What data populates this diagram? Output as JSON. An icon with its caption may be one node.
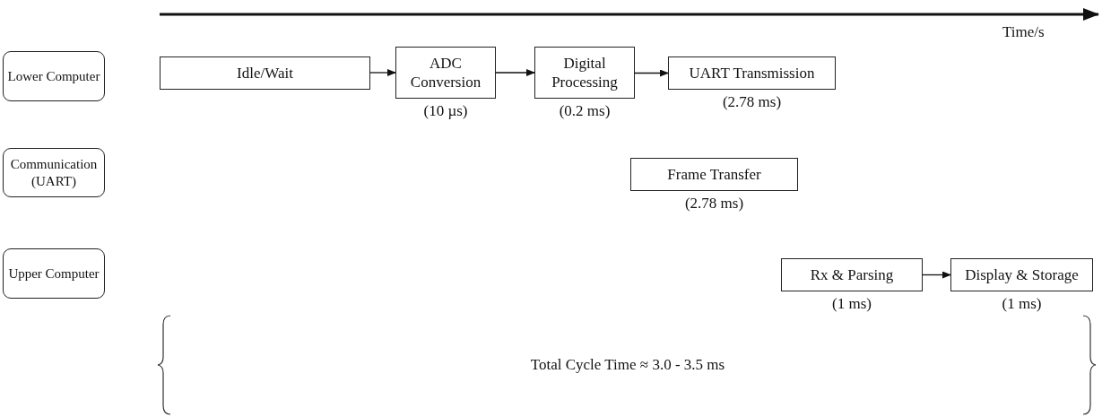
{
  "diagram": {
    "nodes": [
      {
        "text": [
          "Lower Computer"
        ]
      },
      {
        "text": [
          "Communication (UART)"
        ]
      },
      {
        "text": [
          "Upper Computer"
        ]
      },
      {
        "text": [
          "Idle/Wait"
        ]
      },
      {
        "text": [
          "ADC Conversion"
        ],
        "beside": [
          "(10 µs)"
        ]
      },
      {
        "text": [
          "Digital Processing"
        ],
        "beside": [
          "(0.2 ms)"
        ]
      },
      {
        "text": [
          "UART Transmission"
        ],
        "beside": [
          "(2.78 ms)"
        ]
      },
      {
        "text": [
          "Frame Transfer"
        ],
        "beside": [
          "(2.78 ms)"
        ]
      },
      {
        "text": [
          "Rx & Parsing"
        ],
        "beside": [
          "(1 ms)"
        ]
      },
      {
        "text": [
          "Display & Storage"
        ],
        "beside": [
          "(1 ms)"
        ]
      }
    ],
    "edges": [
      {
        "from": 3,
        "to": 4,
        "arrow": "to"
      },
      {
        "from": 4,
        "to": 5,
        "arrow": "to"
      },
      {
        "from": 5,
        "to": 6,
        "arrow": "to"
      },
      {
        "from": 8,
        "to": 9,
        "arrow": "to"
      }
    ],
    "labels": [
      "Time/s",
      "Total Cycle Time ≈ 3.0 - 3.5 ms"
    ]
  }
}
